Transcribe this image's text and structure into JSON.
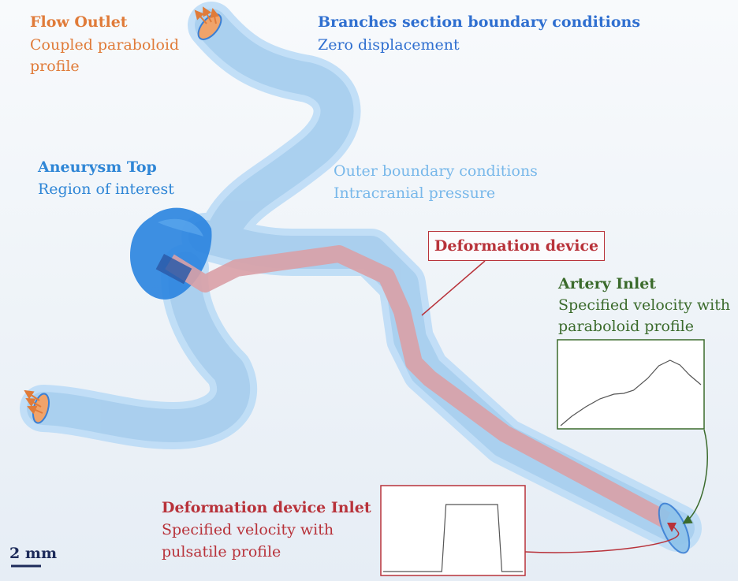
{
  "labels": {
    "flow_outlet": {
      "title": "Flow Outlet",
      "line1": "Coupled paraboloid",
      "line2": "profile"
    },
    "branches": {
      "title": "Branches section boundary conditions",
      "line1": "Zero displacement"
    },
    "aneurysm": {
      "title": "Aneurysm Top",
      "line1": "Region of interest"
    },
    "outer": {
      "title": "Outer boundary conditions",
      "line1": "Intracranial pressure"
    },
    "deformation_device": "Deformation device",
    "artery_inlet": {
      "title": "Artery Inlet",
      "line1": "Specified velocity with",
      "line2": "paraboloid profile"
    },
    "device_inlet": {
      "title": "Deformation device Inlet",
      "line1": "Specified velocity with",
      "line2": "pulsatile profile"
    },
    "scale": "2 mm"
  },
  "colors": {
    "orange": "#e07b39",
    "blue": "#2f6fd0",
    "light_blue": "#78b8ea",
    "red": "#b8323a",
    "green": "#3b6b2c",
    "vessel": "#a9cfee",
    "aneurysm": "#2e86e0"
  },
  "profiles": {
    "paraboloid_curve": [
      [
        0.0,
        0.0
      ],
      [
        0.08,
        0.12
      ],
      [
        0.18,
        0.24
      ],
      [
        0.28,
        0.34
      ],
      [
        0.38,
        0.4
      ],
      [
        0.45,
        0.41
      ],
      [
        0.52,
        0.45
      ],
      [
        0.62,
        0.6
      ],
      [
        0.7,
        0.76
      ],
      [
        0.78,
        0.83
      ],
      [
        0.85,
        0.77
      ],
      [
        0.92,
        0.64
      ],
      [
        1.0,
        0.52
      ]
    ],
    "pulsatile_curve": [
      [
        0.0,
        0.0
      ],
      [
        0.42,
        0.0
      ],
      [
        0.45,
        0.85
      ],
      [
        0.82,
        0.85
      ],
      [
        0.85,
        0.0
      ],
      [
        1.0,
        0.0
      ]
    ]
  }
}
